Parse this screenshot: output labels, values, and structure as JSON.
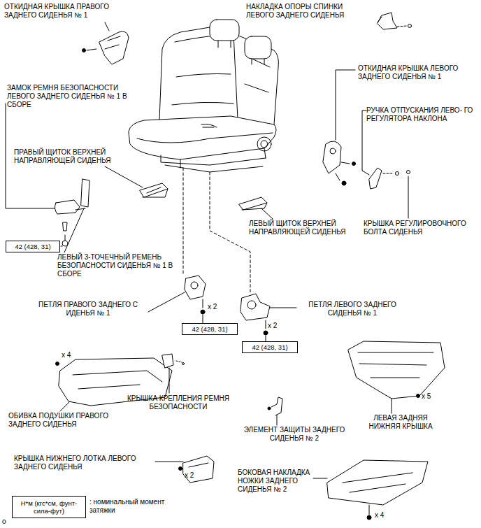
{
  "diagram": {
    "nodes": [
      {
        "text": [
          "42 (428, 31)"
        ]
      },
      {
        "text": [
          "42 (428, 31)"
        ]
      },
      {
        "text": [
          "42 (428, 31)"
        ]
      },
      {
        "text": [
          "Н*м (кгс*см, фунт-сила-фут)"
        ]
      }
    ],
    "labels": [
      "ОТКИДНАЯ КРЫШКА ПРАВОГО ЗАДНЕГО СИДЕНЬЯ № 1",
      "НАКЛАДКА ОПОРЫ СПИНКИ ЛЕВОГО ЗАДНЕГО СИДЕНЬЯ",
      "ЗАМОК РЕМНЯ БЕЗОПАСНОСТИ ЛЕВОГО ЗАДНЕГО СИДЕНЬЯ № 1 В СБОРЕ",
      "ОТКИДНАЯ КРЫШКА ЛЕВОГО ЗАДНЕГО СИДЕНЬЯ № 1",
      "РУЧКА ОТПУСКАНИЯ ЛЕВО- ГО РЕГУЛЯТОРА НАКЛОНА",
      "ПРАВЫЙ ЩИТОК ВЕРХНЕЙ НАПРАВЛЯЮЩЕЙ СИДЕНЬЯ",
      "ЛЕВЫЙ ЩИТОК ВЕРХНЕЙ НАПРАВЛЯЮЩЕЙ СИДЕНЬЯ",
      "КРЫШКА РЕГУЛИРОВОЧНОГО БОЛТА СИДЕНЬЯ",
      "ЛЕВЫЙ 3-ТОЧЕЧНЫЙ РЕМЕНЬ БЕЗОПАСНОСТИ СИДЕНЬЯ № 1 В СБОРЕ",
      "ПЕТЛЯ ПРАВОГО ЗАДНЕГО С ИДЕНЬЯ № 1",
      "x 2",
      "ПЕТЛЯ ЛЕВОГО ЗАДНЕГО СИДЕНЬЯ № 1",
      "x 2",
      "x 4",
      "КРЫШКА КРЕПЛЕНИЯ РЕМНЯ БЕЗОПАСНОСТИ",
      "ОБИВКА ПОДУШКИ ПРАВОГО ЗАДНЕГО СИДЕНЬЯ",
      "x 5",
      "ЛЕВАЯ ЗАДНЯЯ НИЖНЯЯ КРЫШКА",
      "ЭЛЕМЕНТ ЗАЩИТЫ ЗАДНЕГО СИДЕНЬЯ № 2",
      "КРЫШКА НИЖНЕГО ЛОТКА ЛЕВОГО ЗАДНЕГО СИДЕНЬЯ",
      "x 2",
      "БОКОВАЯ НАКЛАДКА НОЖКИ ЗАДНЕГО СИДЕНЬЯ № 2",
      "x 4",
      ": номинальный момент затяжки",
      "o"
    ]
  }
}
